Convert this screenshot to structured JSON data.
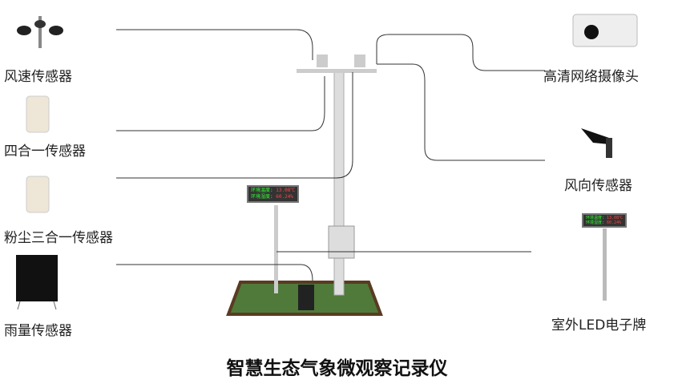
{
  "title": "智慧生态气象微观察记录仪",
  "left_labels": [
    "风速传感器",
    "四合一传感器",
    "粉尘三合一传感器",
    "雨量传感器"
  ],
  "right_labels": [
    "高清网络摄像头",
    "风向传感器",
    "室外LED电子牌"
  ],
  "led": {
    "temp_label": "环境温度:",
    "temp_value": "13.08℃",
    "hum_label": "环境湿度:",
    "hum_value": "60.24%"
  }
}
